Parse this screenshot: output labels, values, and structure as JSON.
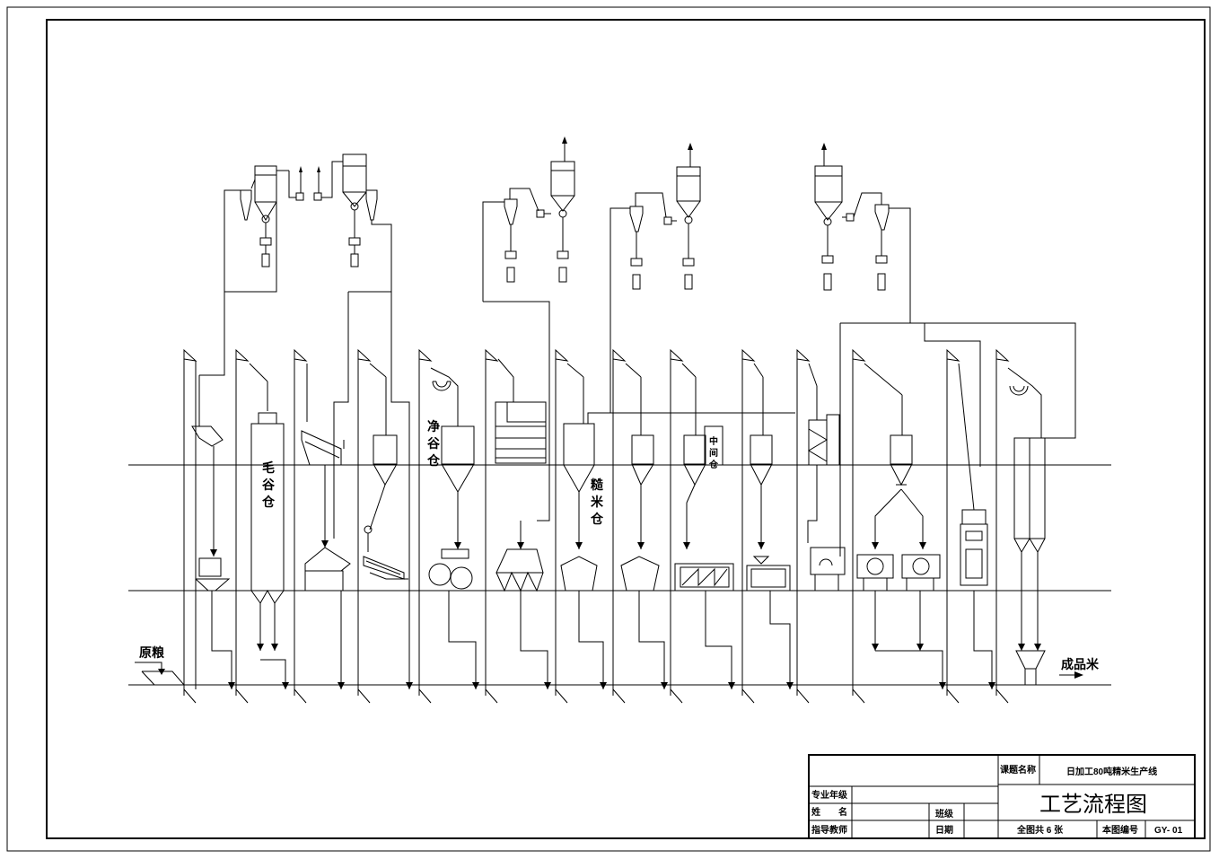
{
  "labels": {
    "raw_grain": "原粮",
    "raw_silo": [
      "毛",
      "谷",
      "仓"
    ],
    "clean_silo": [
      "净",
      "谷",
      "仓"
    ],
    "brown_rice_silo": [
      "糙",
      "米",
      "仓"
    ],
    "middle_silo": [
      "中",
      "间",
      "仓"
    ],
    "finished_rice": "成品米"
  },
  "title_block": {
    "topic_label": "课题名称",
    "topic_value": "日加工80吨精米生产线",
    "major_label": "专业年级",
    "name_label": "姓　　名",
    "class_label": "班级",
    "teacher_label": "指导教师",
    "date_label": "日期",
    "drawing_title": "工艺流程图",
    "sheets_label": "全图共  6   张",
    "drawing_no_label": "本图编号",
    "drawing_no_value": "GY- 01"
  }
}
